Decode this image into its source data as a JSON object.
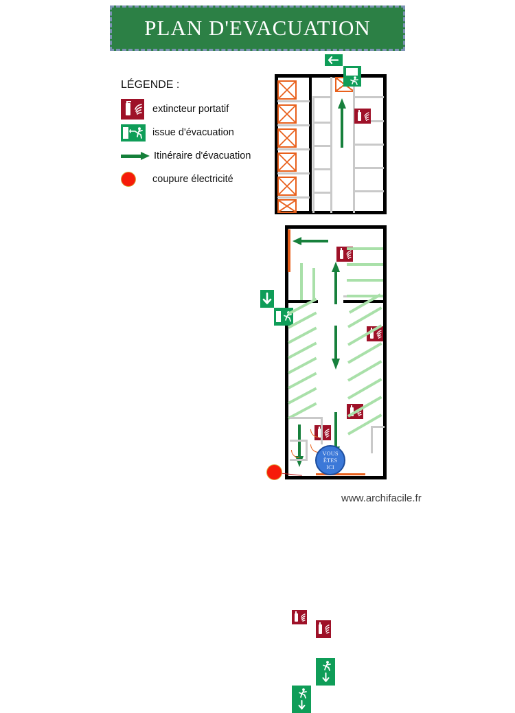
{
  "title": {
    "text": "PLAN D'EVACUATION",
    "banner_color": "#2c8045",
    "border_color": "#7d93b5",
    "text_color": "#ffffff"
  },
  "legend": {
    "heading": "LÉGENDE :",
    "items": [
      {
        "icon": "fire-extinguisher-icon",
        "label": "extincteur portatif",
        "color": "#9e1128"
      },
      {
        "icon": "emergency-exit-icon",
        "label": "issue d'évacuation",
        "color": "#0f9d58"
      },
      {
        "icon": "evacuation-route-arrow-icon",
        "label": "Itinéraire d'évacuation",
        "color": "#15803a"
      },
      {
        "icon": "power-cutoff-dot-icon",
        "label": "coupure électricité",
        "color": "#f61b09"
      }
    ]
  },
  "you_are_here": {
    "line1": "VOUS",
    "line2": "ÊTES",
    "line3": "ICI",
    "fill": "#3b78d8",
    "stroke": "#1c4d9e"
  },
  "watermark": {
    "text": "www.archifacile.fr"
  },
  "plan": {
    "wall_color": "#000000",
    "partition_color": "#c9c9c9",
    "storage_box_color": "#e8601c",
    "parking_stripe_color": "#a9e0a9",
    "route_color": "#17803c",
    "markers": {
      "fire_extinguishers": 8,
      "exit_signs": 5,
      "power_cutoff": 1,
      "storage_cells": 7
    },
    "sections": [
      {
        "name": "upper-block",
        "description": "bloc supérieur avec caves et couloir central"
      },
      {
        "name": "middle-block",
        "description": "bloc central parking"
      },
      {
        "name": "lower-block",
        "description": "bloc inférieur parking en épi"
      }
    ]
  }
}
